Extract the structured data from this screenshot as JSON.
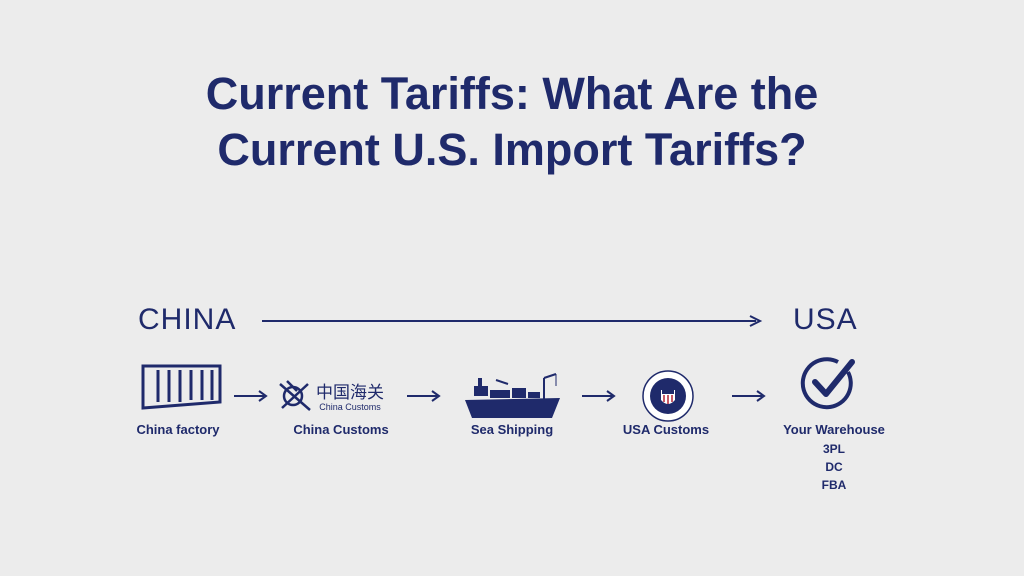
{
  "title": {
    "line1": "Current Tariffs: What Are the",
    "line2": "Current U.S. Import Tariffs?"
  },
  "route": {
    "from": "CHINA",
    "to": "USA"
  },
  "steps": [
    {
      "label": "China factory",
      "icon": "shipping-container-icon"
    },
    {
      "label": "China Customs",
      "icon": "china-customs-logo",
      "logo_text": "China Customs",
      "logo_chars": "中国海关"
    },
    {
      "label": "Sea Shipping",
      "icon": "cargo-ship-icon"
    },
    {
      "label": "USA Customs",
      "icon": "us-customs-seal-icon"
    },
    {
      "label": "Your Warehouse",
      "icon": "check-circle-icon",
      "sub": [
        "3PL",
        "DC",
        "FBA"
      ]
    }
  ],
  "colors": {
    "background": "#ececec",
    "primary": "#1f2a6b",
    "seal_red": "#b22234"
  }
}
